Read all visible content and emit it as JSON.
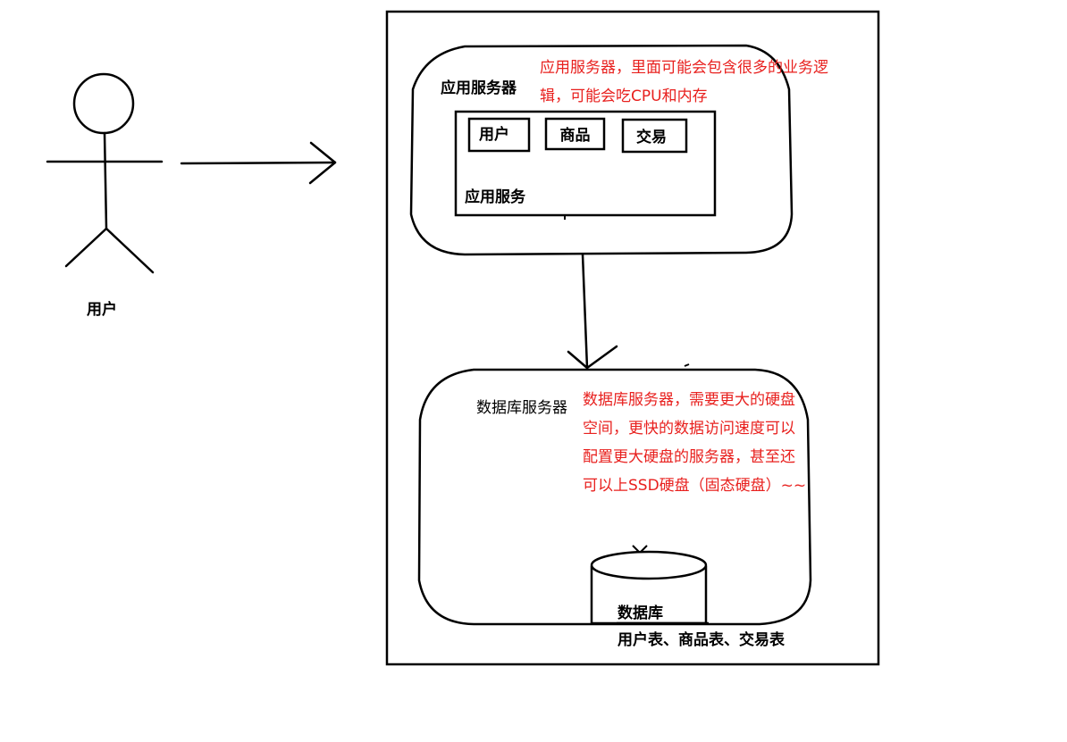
{
  "actor": {
    "label": "用户"
  },
  "app_server": {
    "title": "应用服务器",
    "note": "应用服务器，里面可能会包含很多的业务逻辑，可能会吃CPU和内存",
    "service_label": "应用服务",
    "modules": [
      "用户",
      "商品",
      "交易"
    ]
  },
  "db_server": {
    "title": "数据库服务器",
    "note": "数据库服务器，需要更大的硬盘空间，更快的数据访问速度可以配置更大硬盘的服务器，甚至还可以上SSD硬盘（固态硬盘）~~",
    "database_label": "数据库",
    "tables_label": "用户表、商品表、交易表"
  },
  "colors": {
    "note": "#e8201e",
    "stroke": "#000000"
  }
}
